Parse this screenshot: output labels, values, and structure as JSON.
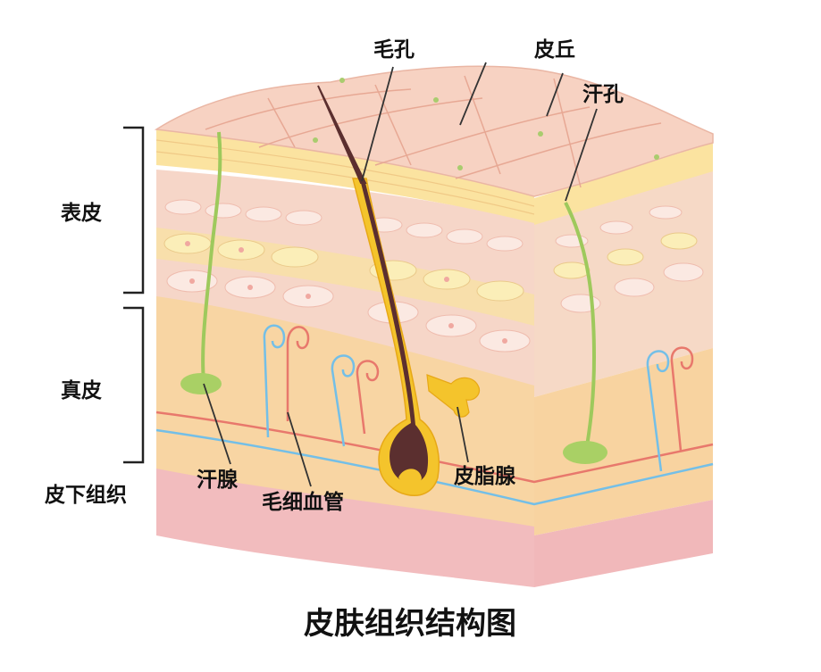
{
  "title": "皮肤组织结构图",
  "labels": {
    "hair_pore": "毛孔",
    "skin_ridge": "皮丘",
    "sweat_pore": "汗孔",
    "epidermis": "表皮",
    "dermis": "真皮",
    "subcutaneous": "皮下组织",
    "sweat_gland": "汗腺",
    "capillary": "毛细血管",
    "sebaceous_gland": "皮脂腺"
  },
  "colors": {
    "skin_surface": "#f7cfc0",
    "stratum_band": "#fbe6a8",
    "cell_layer": "#f5d2c6",
    "dermis": "#f8d6a2",
    "subcutaneous": "#f3b9b9",
    "hair": "#5a2e2e",
    "follicle": "#f3c32a",
    "sweat_duct": "#9cc85a",
    "artery": "#e8766a",
    "vein": "#72bde6"
  }
}
